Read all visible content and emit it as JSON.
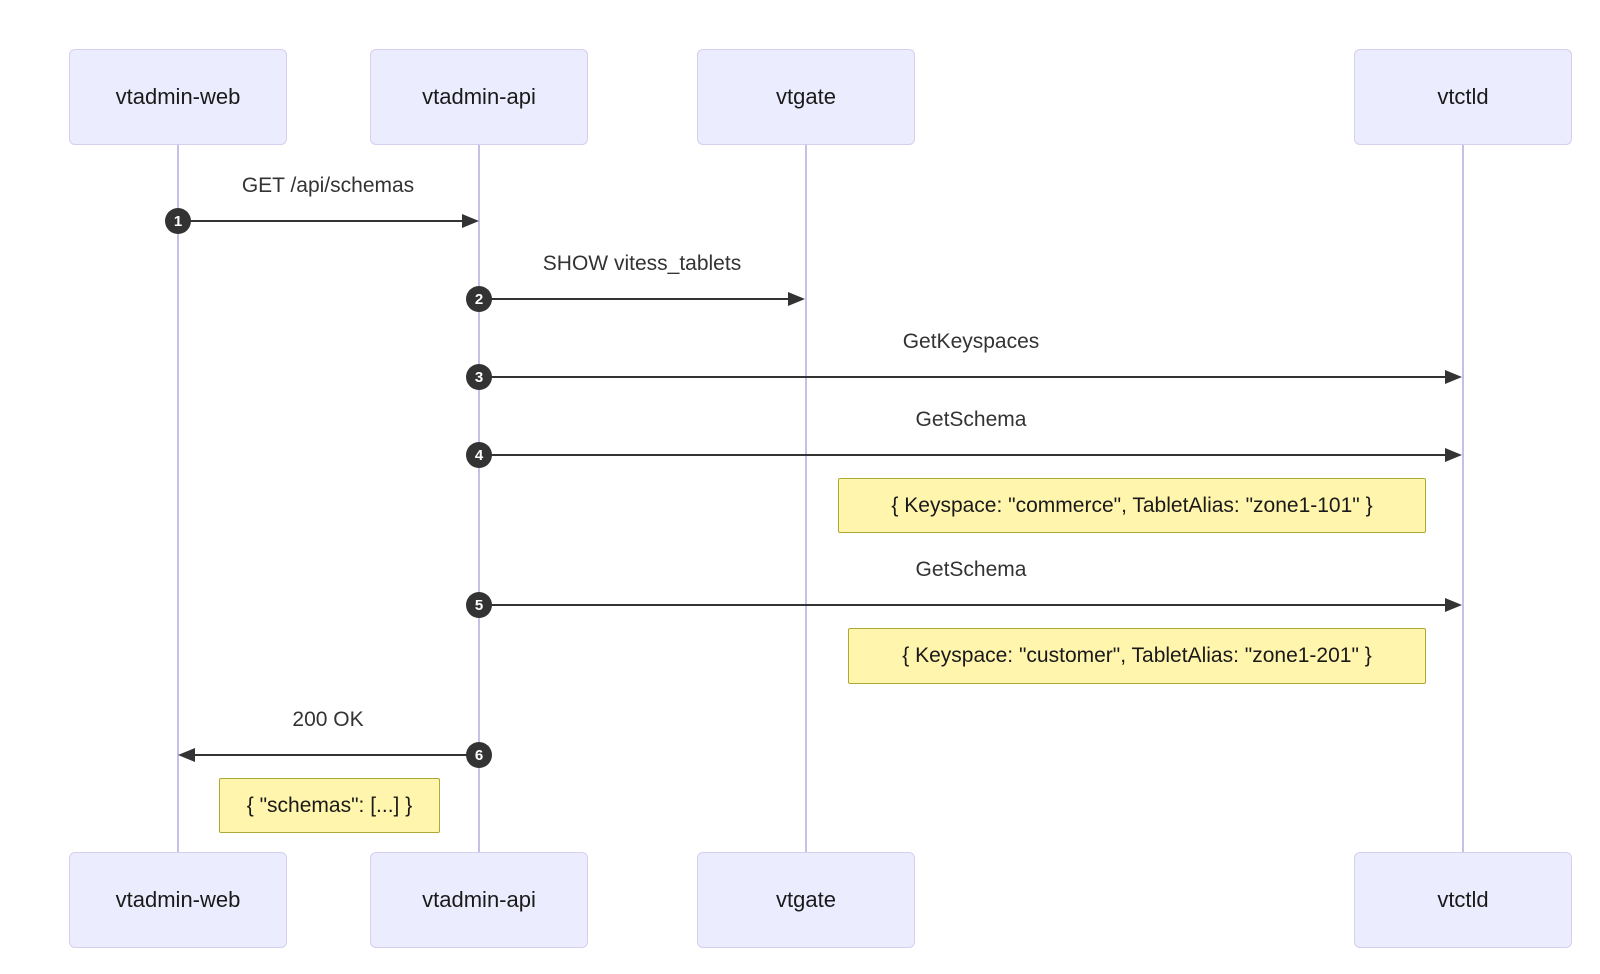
{
  "diagram": {
    "type": "sequence-diagram",
    "actors": [
      {
        "id": "vtadmin-web",
        "label": "vtadmin-web"
      },
      {
        "id": "vtadmin-api",
        "label": "vtadmin-api"
      },
      {
        "id": "vtgate",
        "label": "vtgate"
      },
      {
        "id": "vtctld",
        "label": "vtctld"
      }
    ],
    "messages": [
      {
        "seq": "1",
        "from": "vtadmin-web",
        "to": "vtadmin-api",
        "direction": "right",
        "label": "GET /api/schemas"
      },
      {
        "seq": "2",
        "from": "vtadmin-api",
        "to": "vtgate",
        "direction": "right",
        "label": "SHOW vitess_tablets"
      },
      {
        "seq": "3",
        "from": "vtadmin-api",
        "to": "vtctld",
        "direction": "right",
        "label": "GetKeyspaces"
      },
      {
        "seq": "4",
        "from": "vtadmin-api",
        "to": "vtctld",
        "direction": "right",
        "label": "GetSchema"
      },
      {
        "seq": "5",
        "from": "vtadmin-api",
        "to": "vtctld",
        "direction": "right",
        "label": "GetSchema"
      },
      {
        "seq": "6",
        "from": "vtadmin-api",
        "to": "vtadmin-web",
        "direction": "left",
        "label": "200 OK"
      }
    ],
    "notes": [
      {
        "attached_to": "4",
        "label": "{ Keyspace: \"commerce\", TabletAlias: \"zone1-101\" }"
      },
      {
        "attached_to": "5",
        "label": "{ Keyspace: \"customer\", TabletAlias: \"zone1-201\" }"
      },
      {
        "attached_to": "6",
        "label": "{ \"schemas\": [...] }"
      }
    ],
    "colors": {
      "background": "#FFFFFF",
      "actor_fill": "#ECECFF",
      "actor_border": "#D5CEED",
      "lifeline": "#C9BEE6",
      "arrow": "#333333",
      "message_text": "#333333",
      "note_fill": "#FFF5AD",
      "note_border": "#AAAA33",
      "seq_badge_bg": "#333333",
      "seq_badge_text": "#FFFFFF"
    }
  }
}
